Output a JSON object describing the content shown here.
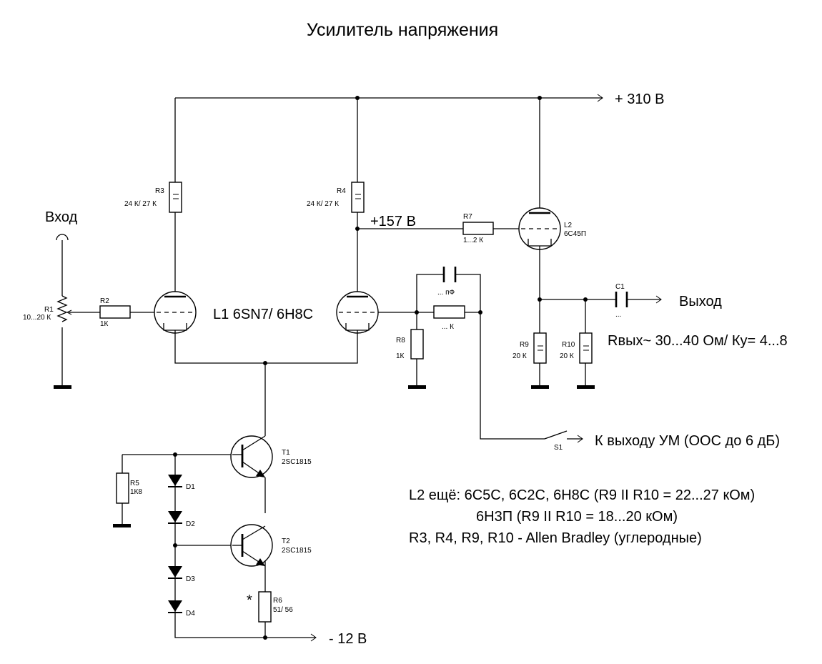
{
  "title": "Усилитель напряжения",
  "rails": {
    "plus": "+ 310 В",
    "minus": "- 12 В",
    "mid": "+157 В"
  },
  "io": {
    "input": "Вход",
    "output": "Выход",
    "feedback": "К выходу УМ (ООС до 6 дБ)"
  },
  "tubes": {
    "l1": "L1  6SN7/ 6Н8С",
    "l2": {
      "ref": "L2",
      "value": "6С45П"
    }
  },
  "resistors": {
    "r1": {
      "ref": "R1",
      "value": "10...20 К"
    },
    "r2": {
      "ref": "R2",
      "value": "1К"
    },
    "r3": {
      "ref": "R3",
      "value": "24 К/ 27 К"
    },
    "r4": {
      "ref": "R4",
      "value": "24 К/ 27 К"
    },
    "r5": {
      "ref": "R5",
      "value": "1К8"
    },
    "r6": {
      "ref": "R6",
      "value": "51/ 56",
      "mark": "*"
    },
    "r7": {
      "ref": "R7",
      "value": "1...2 К"
    },
    "r8": {
      "ref": "R8",
      "value": "1К"
    },
    "r9": {
      "ref": "R9",
      "value": "20 К"
    },
    "r10": {
      "ref": "R10",
      "value": "20 К"
    },
    "rfb": {
      "value": "... К"
    }
  },
  "capacitors": {
    "c1": {
      "ref": "C1",
      "value": "..."
    },
    "cfb": {
      "value": "... пФ"
    }
  },
  "transistors": {
    "t1": {
      "ref": "T1",
      "value": "2SC1815"
    },
    "t2": {
      "ref": "T2",
      "value": "2SC1815"
    }
  },
  "diodes": {
    "d1": "D1",
    "d2": "D2",
    "d3": "D3",
    "d4": "D4"
  },
  "switch": {
    "ref": "S1"
  },
  "notes": {
    "rout": "Rвых~ 30...40 Ом/ Ку= 4...8",
    "line1": "L2 ещё: 6С5С, 6С2С, 6Н8С (R9 II R10 = 22...27 кОм)",
    "line2": "6Н3П (R9 II R10 = 18...20 кОм)",
    "line3": "R3, R4, R9, R10 - Allen Bradley (углеродные)"
  }
}
